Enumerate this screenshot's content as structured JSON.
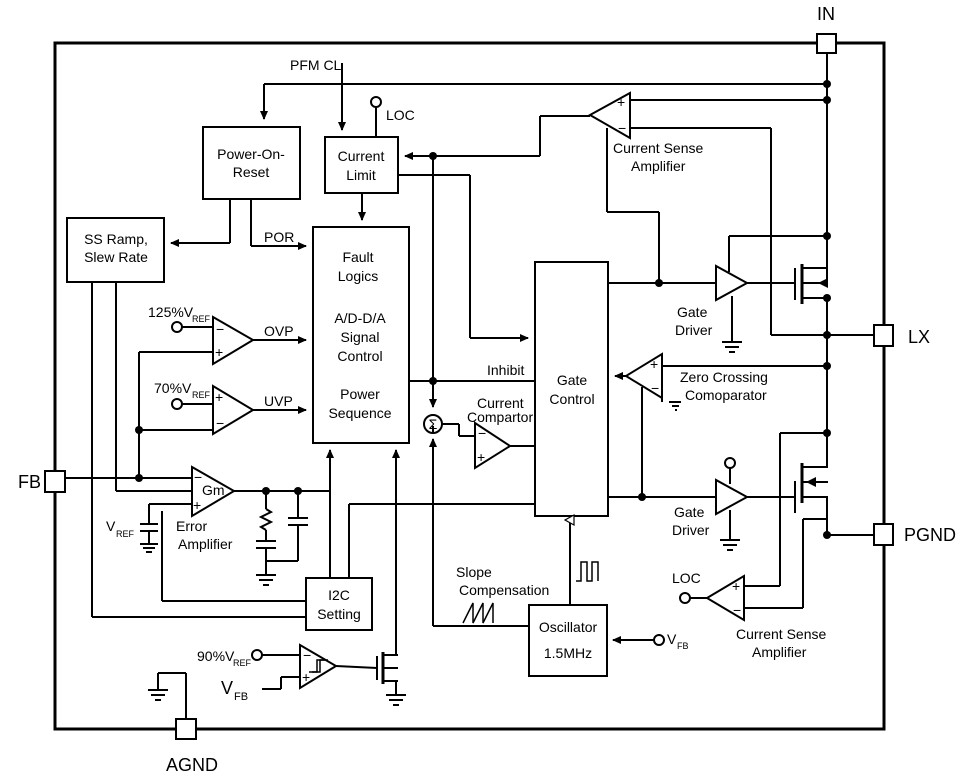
{
  "pins": {
    "in": "IN",
    "lx": "LX",
    "pgnd": "PGND",
    "fb": "FB",
    "agnd": "AGND"
  },
  "blocks": {
    "power_on_reset": [
      "Power-On-",
      "Reset"
    ],
    "current_limit": [
      "Current",
      "Limit"
    ],
    "ss_ramp": [
      "SS Ramp,",
      "Slew Rate"
    ],
    "fault": [
      "Fault",
      "Logics",
      "A/D-D/A",
      "Signal",
      "Control",
      "Power",
      "Sequence"
    ],
    "gate_control": [
      "Gate",
      "Control"
    ],
    "i2c": [
      "I2C",
      "Setting"
    ],
    "oscillator": [
      "Oscillator",
      "1.5MHz"
    ]
  },
  "labels": {
    "pfm_cl": "PFM CL",
    "loc_top": "LOC",
    "loc_bottom": "LOC",
    "por": "POR",
    "ovp": "OVP",
    "uvp": "UVP",
    "inhibit": "Inhibit",
    "ovp_ref": "125%V",
    "uvp_ref": "70%V",
    "ref_sub": "REF",
    "vref_main": "V",
    "pg_ref": "90%V",
    "vfb_v": "V",
    "fb_sub": "FB",
    "gm": "Gm",
    "error_amp": [
      "Error",
      "Amplifier"
    ],
    "current_comp": [
      "Current",
      "Compartor"
    ],
    "csa_top": [
      "Current Sense",
      "Amplifier"
    ],
    "csa_bottom": [
      "Current Sense",
      "Amplifier"
    ],
    "gate_driver_top": [
      "Gate",
      "Driver"
    ],
    "gate_driver_bottom": [
      "Gate",
      "Driver"
    ],
    "zero_cross": [
      "Zero Crossing",
      "Comoparator"
    ],
    "slope_comp": [
      "Slope",
      "Compensation"
    ],
    "sigma": "Σ"
  }
}
